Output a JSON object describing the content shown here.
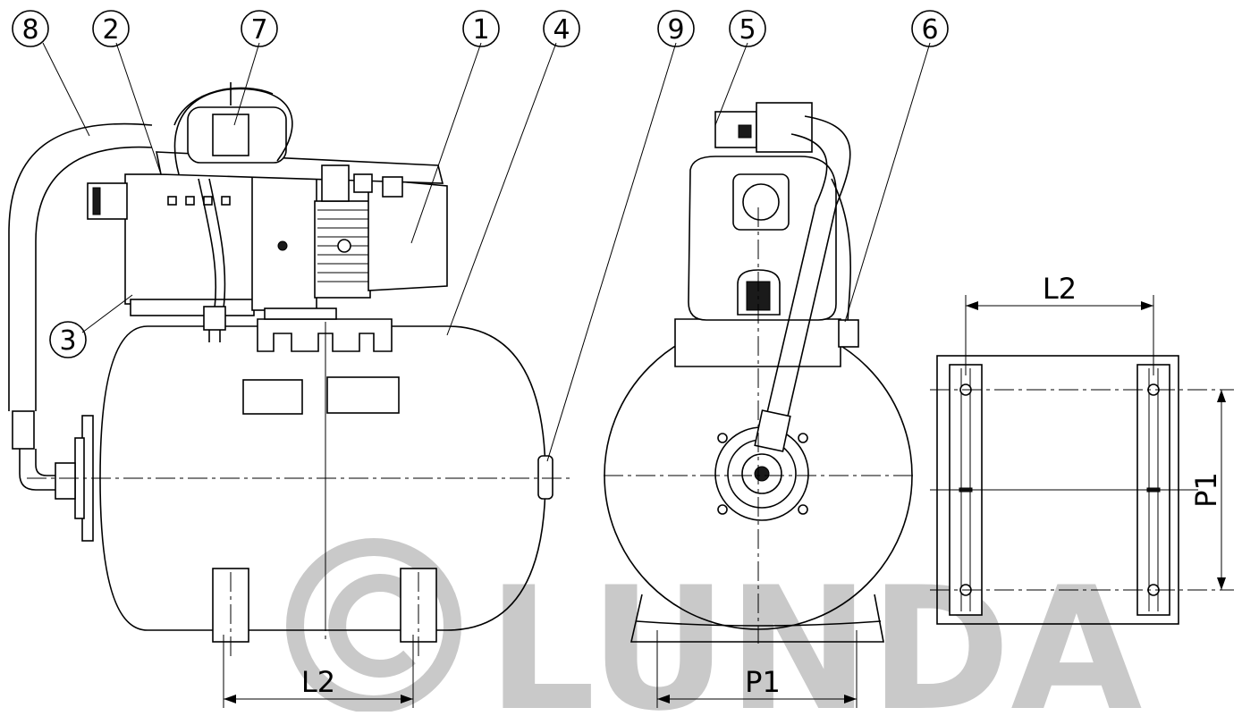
{
  "callouts": [
    "8",
    "2",
    "7",
    "1",
    "4",
    "9",
    "5",
    "6",
    "3"
  ],
  "dimensions": {
    "side_l2": "L2",
    "front_p1": "P1",
    "plan_l2": "L2",
    "plan_p1": "P1"
  },
  "watermark": "LUNDA",
  "colors": {
    "line": "#000000",
    "watermark": "#c9c9c9",
    "background": "#ffffff"
  }
}
